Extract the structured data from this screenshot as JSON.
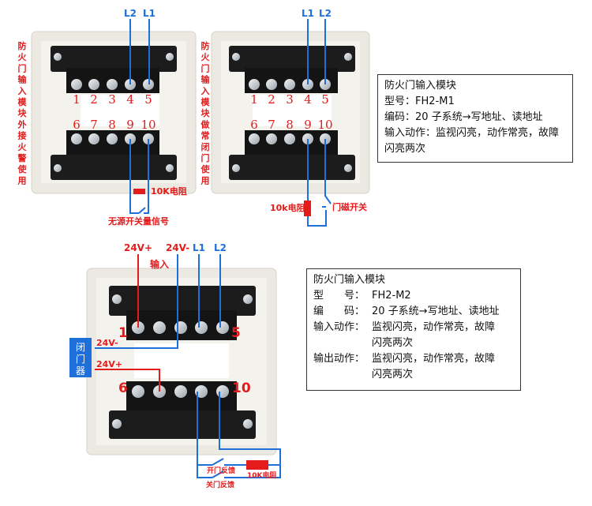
{
  "colors": {
    "wire_blue": "#1e6fd9",
    "wire_red": "#e31b1b",
    "label_red": "#e31b1b",
    "label_blue": "#1e6fd9",
    "housing": "#ece9e2",
    "terminal_block": "#1c1c1c",
    "door_closer_box": "#1e6fd9"
  },
  "diagram1": {
    "side_label": "防火门输入模块外接火警使用",
    "top_wires": [
      "L2",
      "L1"
    ],
    "top_terminals": [
      "1",
      "2",
      "3",
      "4",
      "5"
    ],
    "bottom_terminals": [
      "6",
      "7",
      "8",
      "9",
      "10"
    ],
    "resistor_label": "10K电阻",
    "switch_label": "无源开关量信号"
  },
  "diagram2": {
    "side_label": "防火门输入模块做常闭门使用",
    "top_wires": [
      "L1",
      "L2"
    ],
    "top_terminals": [
      "1",
      "2",
      "3",
      "4",
      "5"
    ],
    "bottom_terminals": [
      "6",
      "7",
      "8",
      "9",
      "10"
    ],
    "resistor_label": "10k电阻",
    "switch_label": "门磁开关"
  },
  "info1": {
    "title": "防火门输入模块",
    "model_label": "型号：",
    "model_value": "FH2-M1",
    "code_label": "编码：",
    "code_value": "20 子系统→写地址、读地址",
    "input_label": "输入动作：",
    "input_value_1": "监视闪亮，动作常亮，故障",
    "input_value_2": "闪亮两次"
  },
  "diagram3": {
    "top_wires": [
      "24V+",
      "24V-",
      "L1",
      "L2"
    ],
    "input_label": "输入",
    "terminal_first_top": "1",
    "terminal_last_top": "5",
    "terminal_first_bottom": "6",
    "terminal_last_bottom": "10",
    "door_closer_label": "闭门器",
    "closer_minus": "24V-",
    "closer_plus": "24V+",
    "open_feedback": "开门反馈",
    "close_feedback": "关门反馈",
    "resistor_label": "10K电阻"
  },
  "info2": {
    "title": "防火门输入模块",
    "model_label": "型　　号：",
    "model_value": "FH2-M2",
    "code_label": "编　　码：",
    "code_value": "20 子系统→写地址、读地址",
    "input_label": "输入动作：",
    "input_value_1": "监视闪亮，动作常亮，故障",
    "input_value_2": "闪亮两次",
    "output_label": "输出动作：",
    "output_value_1": "监视闪亮，动作常亮，故障",
    "output_value_2": "闪亮两次"
  }
}
